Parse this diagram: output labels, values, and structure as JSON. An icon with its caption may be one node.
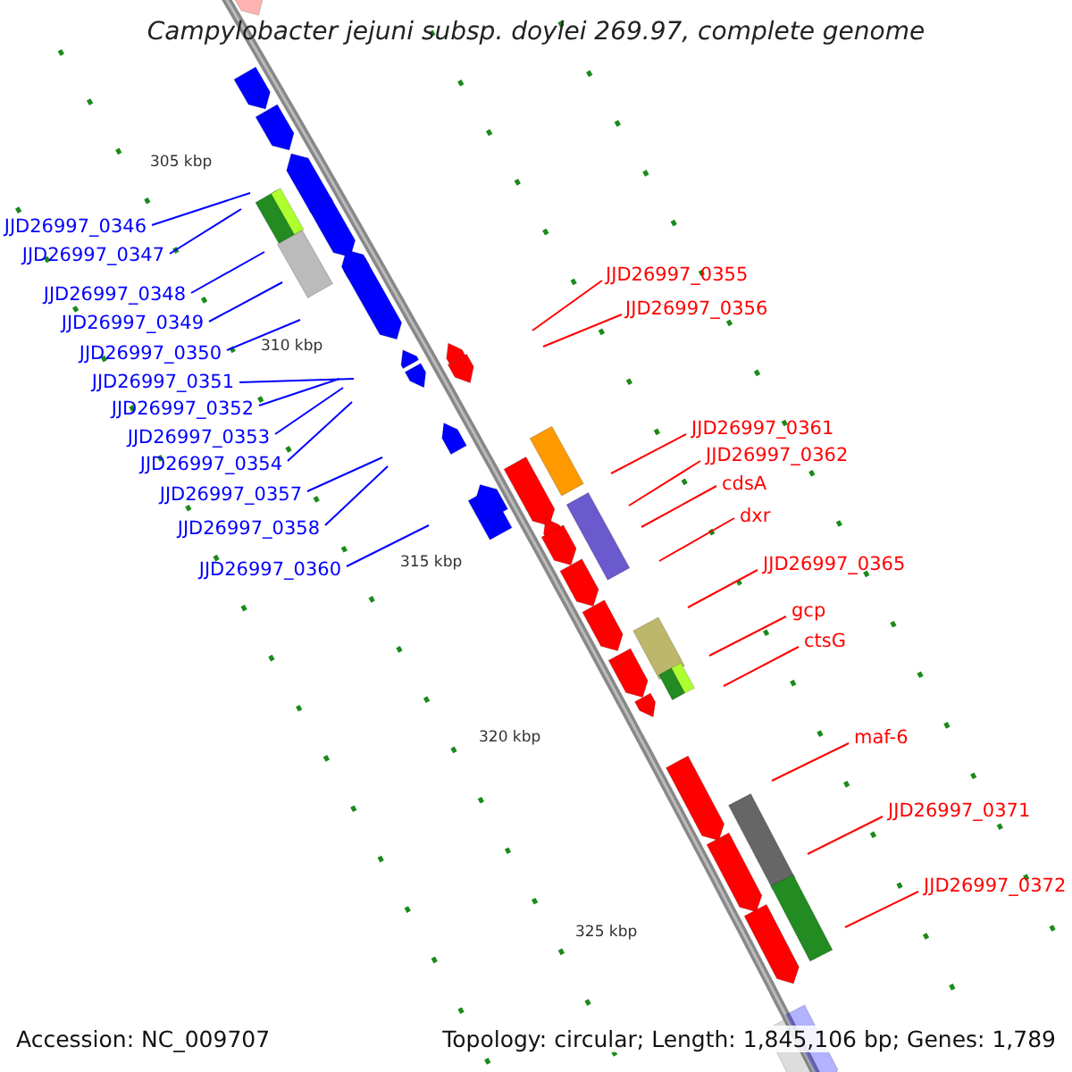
{
  "diagram": {
    "title": "Campylobacter jejuni subsp. doylei 269.97, complete genome",
    "nodes": [
      {
        "text": [
          "JJD26997_0346"
        ]
      },
      {
        "text": [
          "JJD26997_0347"
        ]
      },
      {
        "text": [
          "JJD26997_0348"
        ]
      },
      {
        "text": [
          "JJD26997_0349"
        ]
      },
      {
        "text": [
          "JJD26997_0350"
        ]
      },
      {
        "text": [
          "JJD26997_0351"
        ]
      },
      {
        "text": [
          "JJD26997_0352"
        ]
      },
      {
        "text": [
          "JJD26997_0353"
        ]
      },
      {
        "text": [
          "JJD26997_0354"
        ]
      },
      {
        "text": [
          "JJD26997_0357"
        ]
      },
      {
        "text": [
          "JJD26997_0358"
        ]
      },
      {
        "text": [
          "JJD26997_0360"
        ]
      },
      {
        "text": [
          "JJD26997_0355"
        ]
      },
      {
        "text": [
          "JJD26997_0356"
        ]
      },
      {
        "text": [
          "JJD26997_0361"
        ]
      },
      {
        "text": [
          "JJD26997_0362"
        ]
      },
      {
        "text": [
          "cdsA"
        ]
      },
      {
        "text": [
          "dxr"
        ]
      },
      {
        "text": [
          "JJD26997_0365"
        ]
      },
      {
        "text": [
          "gcp"
        ]
      },
      {
        "text": [
          "ctsG"
        ]
      },
      {
        "text": [
          "maf-6"
        ]
      },
      {
        "text": [
          "JJD26997_0371"
        ]
      },
      {
        "text": [
          "JJD26997_0372"
        ]
      }
    ],
    "edges": [
      {
        "from": 0,
        "to": null,
        "arrow": "none"
      },
      {
        "from": 1,
        "to": null,
        "arrow": "none"
      },
      {
        "from": 2,
        "to": null,
        "arrow": "none"
      },
      {
        "from": 3,
        "to": null,
        "arrow": "none"
      },
      {
        "from": 4,
        "to": null,
        "arrow": "none"
      },
      {
        "from": 5,
        "to": null,
        "arrow": "none"
      },
      {
        "from": 6,
        "to": null,
        "arrow": "none"
      },
      {
        "from": 7,
        "to": null,
        "arrow": "none"
      },
      {
        "from": 8,
        "to": null,
        "arrow": "none"
      },
      {
        "from": 9,
        "to": null,
        "arrow": "none"
      },
      {
        "from": 10,
        "to": null,
        "arrow": "none"
      },
      {
        "from": 11,
        "to": null,
        "arrow": "none"
      },
      {
        "from": 12,
        "to": null,
        "arrow": "none",
        "color": "#ff0000"
      },
      {
        "from": 13,
        "to": null,
        "arrow": "none",
        "color": "#ff0000"
      },
      {
        "from": 14,
        "to": null,
        "arrow": "none",
        "color": "#ff0000"
      },
      {
        "from": 15,
        "to": null,
        "arrow": "none",
        "color": "#ff0000"
      },
      {
        "from": 16,
        "to": null,
        "arrow": "none",
        "color": "#ff0000"
      },
      {
        "from": 17,
        "to": null,
        "arrow": "none",
        "color": "#ff0000"
      },
      {
        "from": 18,
        "to": null,
        "arrow": "none",
        "color": "#ff0000"
      },
      {
        "from": 19,
        "to": null,
        "arrow": "none",
        "color": "#ff0000"
      },
      {
        "from": 20,
        "to": null,
        "arrow": "none",
        "color": "#ff0000"
      },
      {
        "from": 21,
        "to": null,
        "arrow": "none",
        "color": "#ff0000"
      },
      {
        "from": 22,
        "to": null,
        "arrow": "none",
        "color": "#ff0000"
      },
      {
        "from": 23,
        "to": null,
        "arrow": "none",
        "color": "#ff0000"
      }
    ],
    "labels": [
      "305 kbp",
      "310 kbp",
      "315 kbp",
      "320 kbp",
      "325 kbp",
      "Accession: NC_009707",
      "Topology: circular; Length: 1,845,106 bp; Genes: 1,789"
    ]
  }
}
